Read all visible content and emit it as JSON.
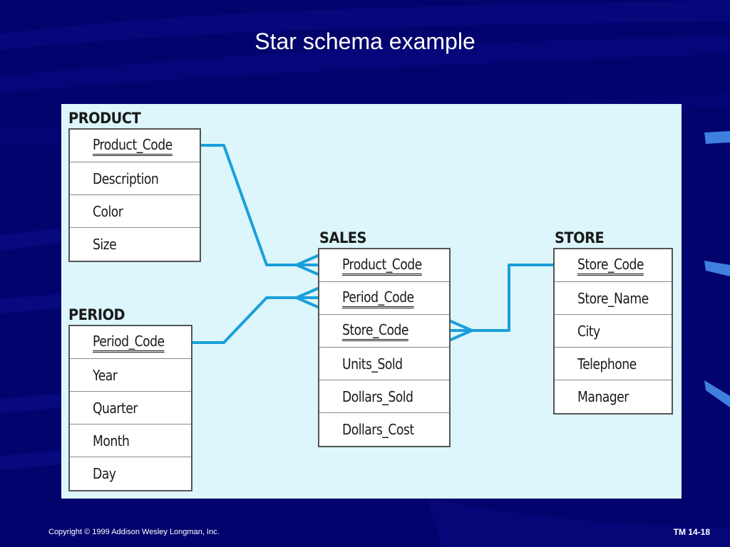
{
  "slide": {
    "title": "Star schema example",
    "copyright": "Copyright © 1999 Addison Wesley Longman, Inc.",
    "slide_id": "TM 14-18"
  },
  "colors": {
    "background": "#03036e",
    "panel": "#dcf6fb",
    "connector": "#1b9fdb"
  },
  "diagram": {
    "product": {
      "title": "PRODUCT",
      "fields": [
        {
          "label": "Product_Code",
          "key": true
        },
        {
          "label": "Description",
          "key": false
        },
        {
          "label": "Color",
          "key": false
        },
        {
          "label": "Size",
          "key": false
        }
      ]
    },
    "period": {
      "title": "PERIOD",
      "fields": [
        {
          "label": "Period_Code",
          "key": true
        },
        {
          "label": "Year",
          "key": false
        },
        {
          "label": "Quarter",
          "key": false
        },
        {
          "label": "Month",
          "key": false
        },
        {
          "label": "Day",
          "key": false
        }
      ]
    },
    "sales": {
      "title": "SALES",
      "fields": [
        {
          "label": "Product_Code",
          "key": true
        },
        {
          "label": "Period_Code",
          "key": true
        },
        {
          "label": "Store_Code",
          "key": true
        },
        {
          "label": "Units_Sold",
          "key": false
        },
        {
          "label": "Dollars_Sold",
          "key": false
        },
        {
          "label": "Dollars_Cost",
          "key": false
        }
      ]
    },
    "store": {
      "title": "STORE",
      "fields": [
        {
          "label": "Store_Code",
          "key": true
        },
        {
          "label": "Store_Name",
          "key": false
        },
        {
          "label": "City",
          "key": false
        },
        {
          "label": "Telephone",
          "key": false
        },
        {
          "label": "Manager",
          "key": false
        }
      ]
    },
    "relationships": [
      {
        "from": "product.Product_Code",
        "to": "sales.Product_Code",
        "cardinality": "one-to-many"
      },
      {
        "from": "period.Period_Code",
        "to": "sales.Period_Code",
        "cardinality": "one-to-many"
      },
      {
        "from": "store.Store_Code",
        "to": "sales.Store_Code",
        "cardinality": "one-to-many"
      }
    ]
  }
}
